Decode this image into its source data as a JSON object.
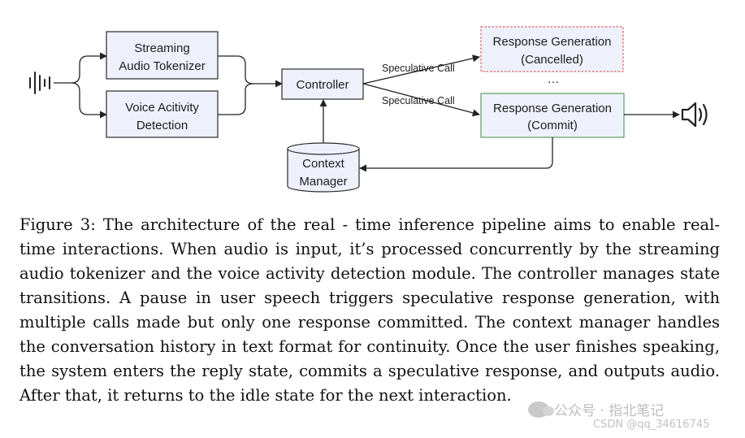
{
  "nodes": {
    "streaming_tokenizer": [
      "Streaming",
      "Audio Tokenizer"
    ],
    "vad": [
      "Voice Acitivity",
      "Detection"
    ],
    "controller": "Controller",
    "response_cancelled": [
      "Response Generation",
      "(Cancelled)"
    ],
    "ellipsis": "…",
    "response_commit": [
      "Response Generation",
      "(Commit)"
    ],
    "context_manager": [
      "Context",
      "Manager"
    ]
  },
  "edges": {
    "speculative_call_top": "Speculative Call",
    "speculative_call_bottom": "Speculative Call"
  },
  "icons": [
    "audio-waveform-icon",
    "speaker-icon"
  ],
  "colors": {
    "box_fill": "#eef1fb",
    "box_stroke": "#2b2b2b",
    "cancelled_border": "#e05a5a",
    "commit_border": "#5aa05a"
  },
  "caption": "Figure 3: The architecture of the real - time inference pipeline aims to enable real-time interactions. When audio is input, it’s processed concurrently by the streaming audio tokenizer and the voice activity detection module. The controller manages state transitions. A pause in user speech triggers speculative response generation, with multiple calls made but only one response committed. The context manager handles the conversation history in text format for continuity. Once the user finishes speaking, the system enters the reply state, commits a speculative response, and outputs audio. After that, it returns to the idle state for the next interaction.",
  "watermark": {
    "wechat": "公众号 · 指北笔记",
    "csdn": "CSDN @qq_34616745"
  }
}
